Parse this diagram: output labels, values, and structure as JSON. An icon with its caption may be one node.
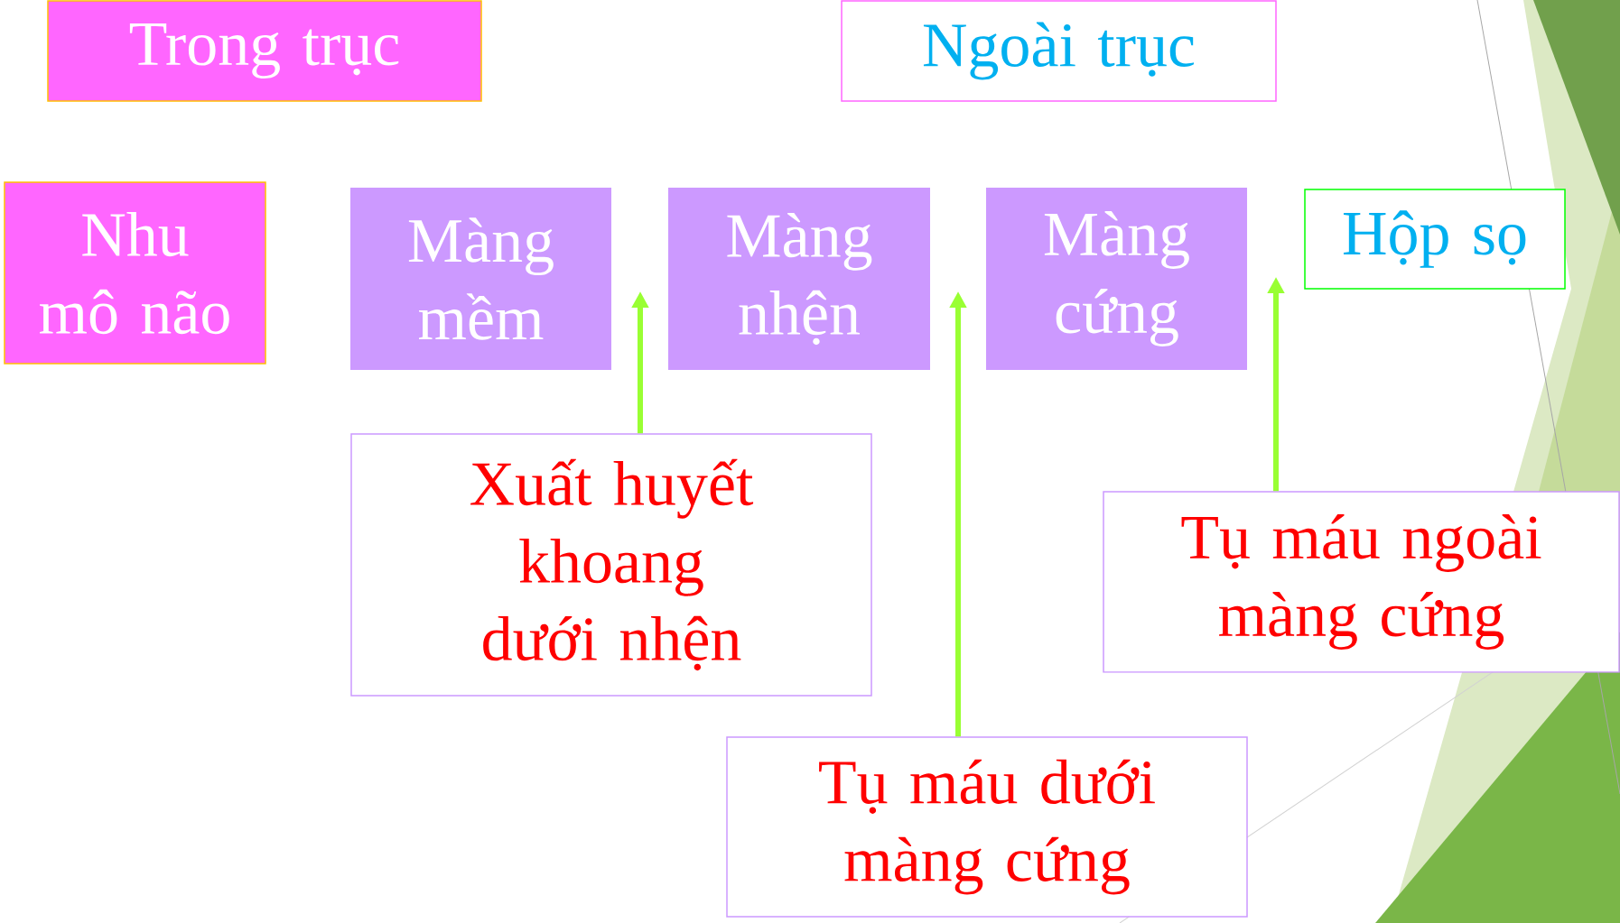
{
  "diagram": {
    "nodes": [
      {
        "text": [
          "Trong trục"
        ]
      },
      {
        "text": [
          "Ngoài trục"
        ]
      },
      {
        "text": [
          "Nhu mô não"
        ]
      },
      {
        "text": [
          "Màng mềm"
        ]
      },
      {
        "text": [
          "Màng nhện"
        ]
      },
      {
        "text": [
          "Màng cứng"
        ]
      },
      {
        "text": [
          "Hộp sọ"
        ]
      },
      {
        "text": [
          "Xuất huyết khoang dưới nhện"
        ]
      },
      {
        "text": [
          "Tụ máu dưới màng cứng"
        ]
      },
      {
        "text": [
          "Tụ máu ngoài màng cứng"
        ]
      }
    ],
    "edges": [
      {
        "from": 7,
        "to": null,
        "arrow": "to"
      },
      {
        "from": 8,
        "to": null,
        "arrow": "to"
      },
      {
        "from": 9,
        "to": null,
        "arrow": "to"
      }
    ]
  }
}
